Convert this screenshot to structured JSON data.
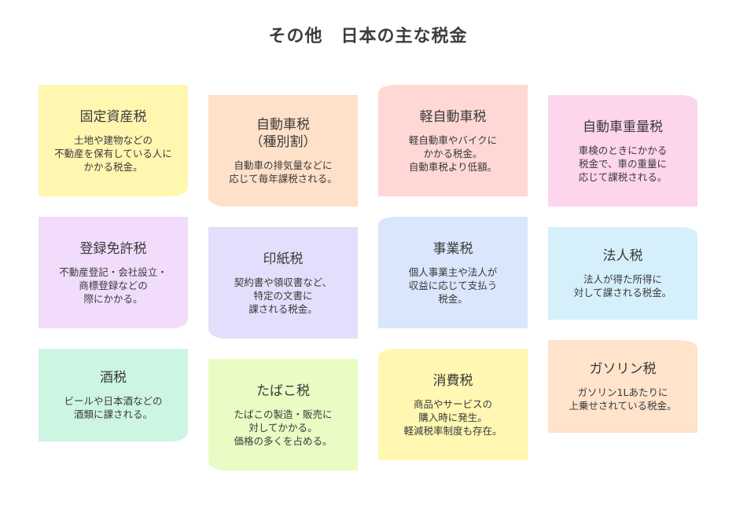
{
  "title": "その他　日本の主な税金",
  "cards": [
    {
      "title": "固定資産税",
      "desc": "土地や建物などの\n不動産を保有している人に\nかかる税金。",
      "color": "#fff6b0"
    },
    {
      "title": "自動車税\n（種別割）",
      "desc": "自動車の排気量などに\n応じて毎年課税される。",
      "color": "#ffe0c8"
    },
    {
      "title": "軽自動車税",
      "desc": "軽自動車やバイクに\nかかる税金。\n自動車税より低額。",
      "color": "#ffd8d6"
    },
    {
      "title": "自動車重量税",
      "desc": "車検のときにかかる\n税金で、車の重量に\n応じて課税される。",
      "color": "#fdd5ec"
    },
    {
      "title": "登録免許税",
      "desc": "不動産登記・会社設立・\n商標登録などの\n際にかかる。",
      "color": "#f1dcfb"
    },
    {
      "title": "印紙税",
      "desc": "契約書や領収書など、\n特定の文書に\n課される税金。",
      "color": "#e4ddfb"
    },
    {
      "title": "事業税",
      "desc": "個人事業主や法人が\n収益に応じて支払う\n税金。",
      "color": "#d9e6fb"
    },
    {
      "title": "法人税",
      "desc": "法人が得た所得に\n対して課される税金。",
      "color": "#d5f0fb"
    },
    {
      "title": "酒税",
      "desc": "ビールや日本酒などの\n酒類に課される。",
      "color": "#cdf6e2"
    },
    {
      "title": "たばこ税",
      "desc": "たばこの製造・販売に\n対してかかる。\n価格の多くを占める。",
      "color": "#e8fcc4"
    },
    {
      "title": "消費税",
      "desc": "商品やサービスの\n購入時に発生。\n軽減税率制度も存在。",
      "color": "#fff7b2"
    },
    {
      "title": "ガソリン税",
      "desc": "ガソリン1Lあたりに\n上乗せされている税金。",
      "color": "#ffe3cb"
    }
  ]
}
